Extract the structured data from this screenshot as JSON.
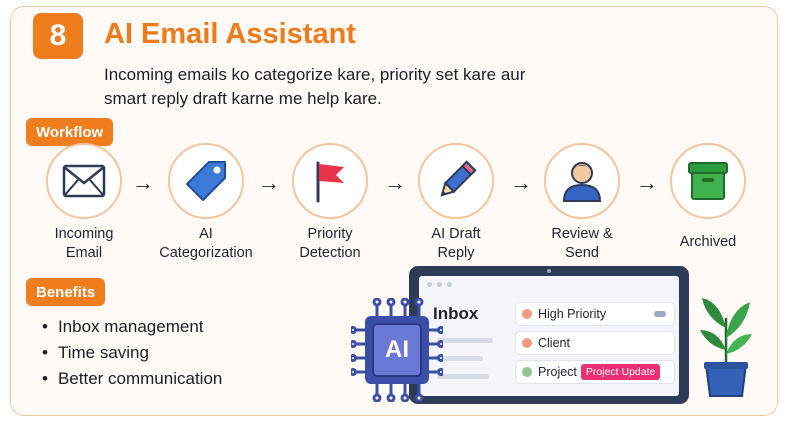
{
  "header": {
    "number": "8",
    "title": "AI Email Assistant",
    "subtitle_line1": "Incoming emails ko categorize kare, priority set kare aur",
    "subtitle_line2": "smart reply draft karne me help kare."
  },
  "workflow": {
    "label": "Workflow",
    "steps": [
      {
        "line1": "Incoming",
        "line2": "Email",
        "icon": "envelope-icon"
      },
      {
        "line1": "AI",
        "line2": "Categorization",
        "icon": "tag-icon"
      },
      {
        "line1": "Priority",
        "line2": "Detection",
        "icon": "flag-icon"
      },
      {
        "line1": "AI Draft",
        "line2": "Reply",
        "icon": "pencil-icon"
      },
      {
        "line1": "Review &",
        "line2": "Send",
        "icon": "person-icon"
      },
      {
        "line1": "Archived",
        "line2": "",
        "icon": "archive-box-icon"
      }
    ],
    "arrow": "→"
  },
  "benefits": {
    "label": "Benefits",
    "items": [
      "Inbox management",
      "Time saving",
      "Better communication"
    ]
  },
  "illustration": {
    "chip_text": "AI",
    "inbox_title": "Inbox",
    "rows": [
      {
        "label": "High Priority",
        "dot_color": "#f29a7d"
      },
      {
        "label": "Client",
        "dot_color": "#f29a7d"
      },
      {
        "label": "Project",
        "dot_color": "#8fc58f",
        "tag": "Project Update"
      }
    ]
  },
  "colors": {
    "accent": "#f07d1d",
    "tag_pink": "#ea2f73",
    "chip_blue": "#3b4ea8",
    "archive_green": "#2e9a3e"
  }
}
